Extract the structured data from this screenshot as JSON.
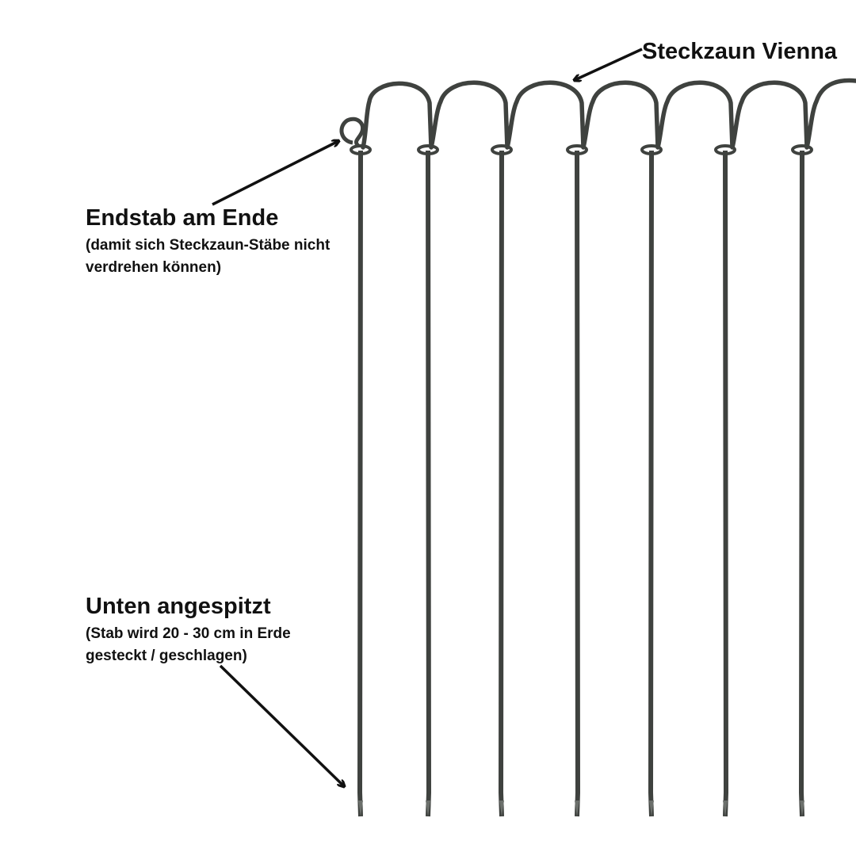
{
  "labels": {
    "product_name": "Steckzaun Vienna",
    "end_rod_title": "Endstab am Ende",
    "end_rod_note": "(damit sich Steckzaun-Stäbe nicht verdrehen können)",
    "bottom_title": "Unten angespitzt",
    "bottom_note": "(Stab wird 20 - 30 cm in Erde gesteckt / geschlagen)"
  },
  "colors": {
    "metal": "#3f423f",
    "metal_highlight": "#6c706c",
    "text": "#111111",
    "background": "#ffffff"
  },
  "fence": {
    "rod_count": 7,
    "arch_count": 7,
    "end_loop": true
  }
}
